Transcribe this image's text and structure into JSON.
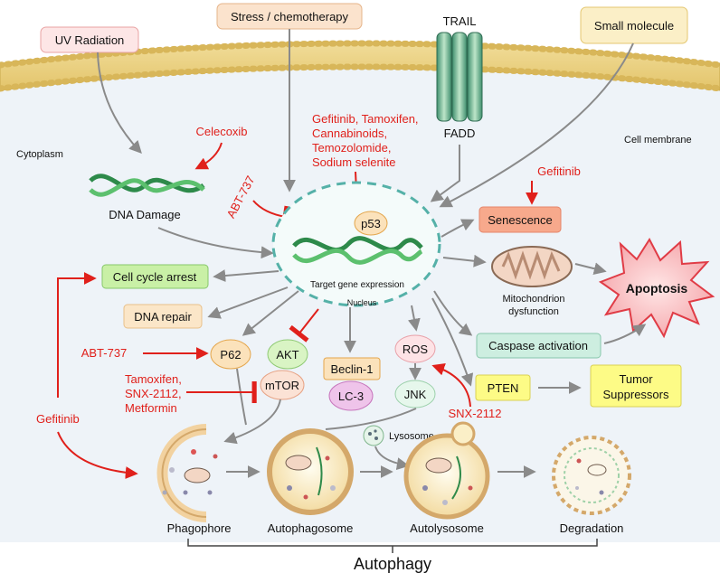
{
  "inputs": {
    "uv": "UV Radiation",
    "stress": "Stress / chemotherapy",
    "trail": "TRAIL",
    "fadd": "FADD",
    "small_molecule": "Small molecule"
  },
  "regions": {
    "cytoplasm": "Cytoplasm",
    "cell_membrane": "Cell membrane",
    "nucleus": "Nucleus",
    "target_gene": "Target gene expression"
  },
  "nodes": {
    "dna_damage": "DNA Damage",
    "p53": "p53",
    "senescence": "Senescence",
    "mito1": "Mitochondrion",
    "mito2": "dysfunction",
    "apoptosis": "Apoptosis",
    "cell_cycle": "Cell cycle arrest",
    "dna_repair": "DNA repair",
    "p62": "P62",
    "akt": "AKT",
    "mtor": "mTOR",
    "beclin": "Beclin-1",
    "lc3": "LC-3",
    "ros": "ROS",
    "jnk": "JNK",
    "caspase": "Caspase activation",
    "pten": "PTEN",
    "tumor1": "Tumor",
    "tumor2": "Suppressors",
    "lysosome": "Lysosome"
  },
  "drugs": {
    "celecoxib": "Celecoxib",
    "abt737_top": "ABT-737",
    "nuclear_drugs": [
      "Gefitinib, Tamoxifen,",
      "Cannabinoids,",
      "Temozolomide,",
      "Sodium selenite"
    ],
    "gefitinib_top": "Gefitinib",
    "abt737_left": "ABT-737",
    "tamox_group": [
      "Tamoxifen,",
      "SNX-2112,",
      "Metformin"
    ],
    "snx2112": "SNX-2112",
    "gefitinib_left": "Gefitinib"
  },
  "stages": {
    "phagophore": "Phagophore",
    "autophagosome": "Autophagosome",
    "autolysosome": "Autolysosome",
    "degradation": "Degradation",
    "autophagy": "Autophagy"
  },
  "colors": {
    "membrane": "#e8cc74",
    "cytoplasm": "#eef3f8",
    "inhibitor_red": "#e0201b",
    "arrow_gray": "#8a8a8a",
    "nucleus_dash": "#55b1a8"
  }
}
